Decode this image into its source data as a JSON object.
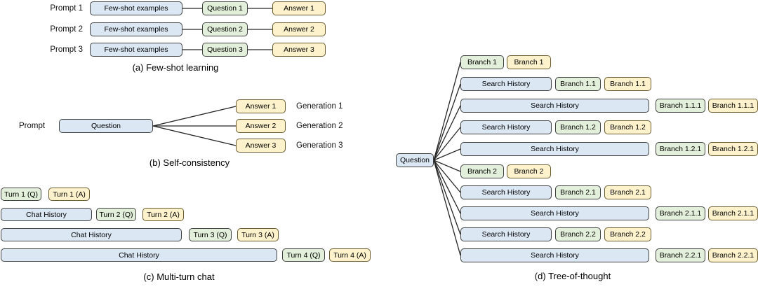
{
  "colors": {
    "context_fill": "#dbe7f3",
    "question_fill": "#e2efda",
    "answer_fill": "#fdf2cc",
    "box_border": "#404040",
    "answer_border": "#6b5a2e",
    "line": "#262626"
  },
  "sections": {
    "a": {
      "caption": "(a) Few-shot learning",
      "rows": [
        {
          "label": "Prompt 1",
          "context": "Few-shot examples",
          "question": "Question 1",
          "answer": "Answer 1"
        },
        {
          "label": "Prompt 2",
          "context": "Few-shot examples",
          "question": "Question 2",
          "answer": "Answer 2"
        },
        {
          "label": "Prompt 3",
          "context": "Few-shot examples",
          "question": "Question 3",
          "answer": "Answer 3"
        }
      ]
    },
    "b": {
      "caption": "(b) Self-consistency",
      "prompt_label": "Prompt",
      "question": "Question",
      "answers": [
        "Answer 1",
        "Answer 2",
        "Answer 3"
      ],
      "generations": [
        "Generation 1",
        "Generation 2",
        "Generation 3"
      ]
    },
    "c": {
      "caption": "(c) Multi-turn chat",
      "rows": [
        {
          "q": "Turn 1 (Q)",
          "a": "Turn 1 (A)"
        },
        {
          "history": "Chat History",
          "q": "Turn 2 (Q)",
          "a": "Turn 2 (A)"
        },
        {
          "history": "Chat History",
          "q": "Turn 3 (Q)",
          "a": "Turn 3 (A)"
        },
        {
          "history": "Chat History",
          "q": "Turn 4 (Q)",
          "a": "Turn 4 (A)"
        }
      ]
    },
    "d": {
      "caption": "(d) Tree-of-thought",
      "question": "Question",
      "rows": [
        {
          "q": "Branch 1",
          "a": "Branch 1"
        },
        {
          "history": "Search History",
          "q": "Branch 1.1",
          "a": "Branch 1.1"
        },
        {
          "history": "Search History",
          "q": "Branch 1.1.1",
          "a": "Branch 1.1.1"
        },
        {
          "history": "Search History",
          "q": "Branch 1.2",
          "a": "Branch 1.2"
        },
        {
          "history": "Search History",
          "q": "Branch 1.2.1",
          "a": "Branch 1.2.1"
        },
        {
          "q": "Branch 2",
          "a": "Branch 2"
        },
        {
          "history": "Search History",
          "q": "Branch 2.1",
          "a": "Branch 2.1"
        },
        {
          "history": "Search History",
          "q": "Branch 2.1.1",
          "a": "Branch 2.1.1"
        },
        {
          "history": "Search History",
          "q": "Branch 2.2",
          "a": "Branch 2.2"
        },
        {
          "history": "Search History",
          "q": "Branch 2.2.1",
          "a": "Branch 2.2.1"
        }
      ]
    }
  }
}
